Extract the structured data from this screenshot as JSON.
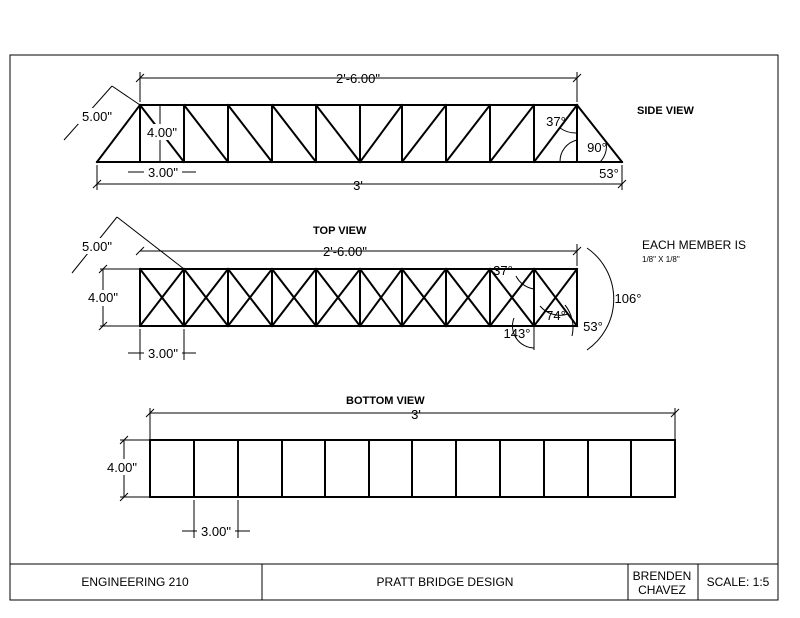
{
  "views": {
    "side": {
      "title": "SIDE VIEW",
      "dim_top_length": "2'-6.00\"",
      "dim_diagonal": "5.00\"",
      "dim_height": "4.00\"",
      "dim_panel": "3.00\"",
      "dim_overall": "3'",
      "angle_top": "37°",
      "angle_right": "90°",
      "angle_base": "53°"
    },
    "top": {
      "title": "TOP VIEW",
      "dim_top_length": "2'-6.00\"",
      "dim_diagonal": "5.00\"",
      "dim_height": "4.00\"",
      "dim_panel": "3.00\"",
      "angle_a": "37°",
      "angle_b": "74°",
      "angle_c": "53°",
      "angle_d": "143°",
      "angle_e": "106°"
    },
    "bottom": {
      "title": "BOTTOM VIEW",
      "dim_overall": "3'",
      "dim_height": "4.00\"",
      "dim_panel": "3.00\""
    }
  },
  "note": {
    "line1": "EACH MEMBER IS",
    "line2": "1/8\" X 1/8\""
  },
  "title_block": {
    "course": "ENGINEERING 210",
    "project": "PRATT BRIDGE DESIGN",
    "designer_line1": "BRENDEN",
    "designer_line2": "CHAVEZ",
    "scale": "SCALE: 1:5"
  }
}
